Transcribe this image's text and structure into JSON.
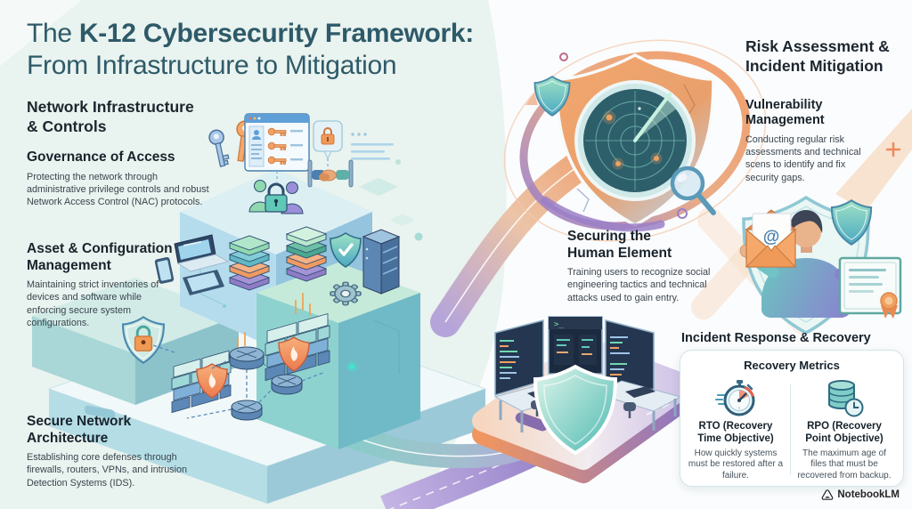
{
  "title": {
    "prefix": "The ",
    "emphasis": "K-12 Cybersecurity Framework:",
    "line2": "From Infrastructure to Mitigation"
  },
  "left_column": {
    "header": "Network Infrastructure & Controls",
    "sections": [
      {
        "heading": "Governance of Access",
        "body": "Protecting the network through administrative privilege controls and robust Network Access Control (NAC) protocols."
      },
      {
        "heading": "Asset & Configuration Management",
        "body": "Maintaining strict inventories of devices and software while enforcing secure system configurations."
      },
      {
        "heading": "Secure Network Architecture",
        "body": "Establishing core defenses through firewalls, routers, VPNs, and intrusion Detection Systems (IDS)."
      }
    ]
  },
  "right_column": {
    "header": "Risk Assessment & Incident Mitigation",
    "sections": [
      {
        "heading": "Vulnerability Management",
        "body": "Conducting regular risk assessments and technical scens to identify and fix security gaps."
      },
      {
        "heading": "Securing the Human Element",
        "body": "Training users to recognize social engineering tactics and technical attacks used to gain entry."
      }
    ]
  },
  "incident": {
    "heading": "Incident Response & Recovery",
    "card": {
      "title": "Recovery Metrics",
      "metrics": [
        {
          "icon": "stopwatch-icon",
          "title": "RTO (Recovery Time Objective)",
          "body": "How quickly systems must be restored after a failure."
        },
        {
          "icon": "database-clock-icon",
          "title": "RPO (Recovery Point Objective)",
          "body": "The maximum age of files that must be recovered from backup."
        }
      ]
    }
  },
  "illustration": {
    "at_symbol": "@",
    "terminal_prompt": ">_",
    "icons": [
      "key-icon",
      "browser-window-icon",
      "padlock-icon",
      "handshake-icon",
      "users-icon",
      "laptop-icon",
      "tablet-icon",
      "phone-icon",
      "layer-stack-icon",
      "shield-check-icon",
      "server-rack-icon",
      "gear-icon",
      "shield-lock-icon",
      "firewall-icon",
      "router-icon",
      "radar-shield-icon",
      "magnifier-icon",
      "mini-shield-icon",
      "envelope-at-icon",
      "person-icon",
      "certificate-icon",
      "monitor-icon",
      "soc-shield-icon",
      "stopwatch-icon",
      "database-clock-icon",
      "notebooklm-logo-icon"
    ]
  },
  "watermark": {
    "brand": "NotebookLM"
  },
  "colors": {
    "background_left": "#e9f3ef",
    "background_right": "#fbfcfd",
    "title": "#2e5a69",
    "heading": "#1c262e",
    "body": "#3a454e",
    "accent_teal": "#5fc0b8",
    "accent_orange": "#f09a66",
    "accent_purple": "#8f7cc8",
    "accent_blue": "#4a7fb0"
  }
}
